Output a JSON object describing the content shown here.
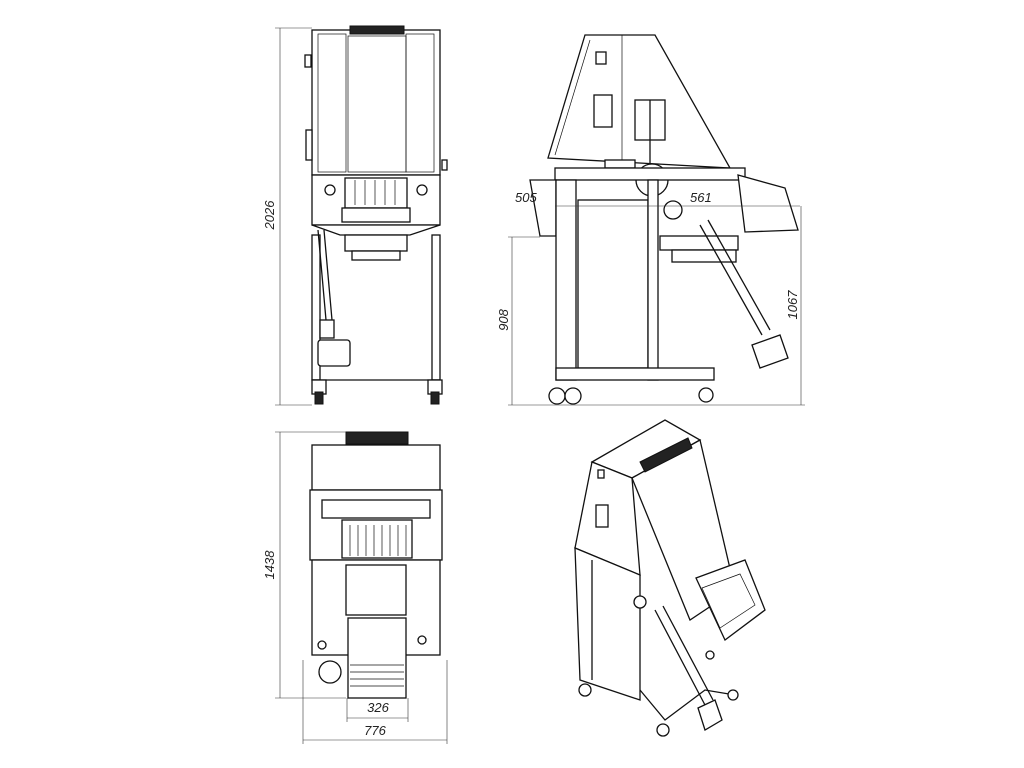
{
  "drawing": {
    "views": [
      "front",
      "side",
      "top",
      "isometric"
    ],
    "dimensions": {
      "front_height": "2026",
      "side_height_working": "908",
      "side_offset_left": "505",
      "side_offset_right": "561",
      "side_height_outlet": "1067",
      "top_depth": "1438",
      "top_outlet_width": "326",
      "top_total_width": "776"
    },
    "line_color": "#111111",
    "background": "#ffffff"
  }
}
